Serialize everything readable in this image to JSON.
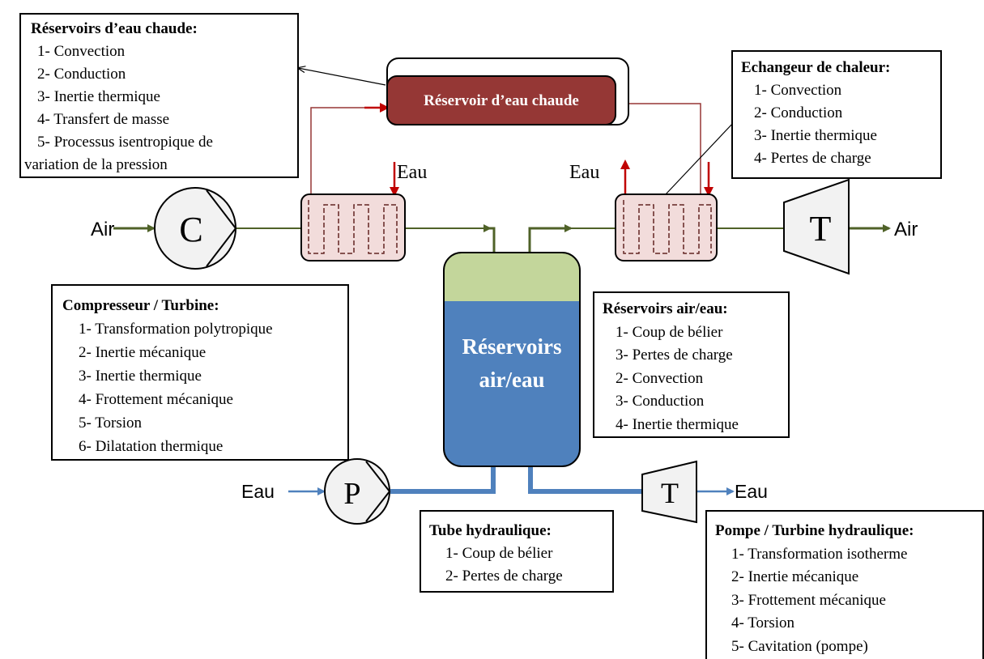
{
  "colors": {
    "air_line": "#4f6228",
    "water_line": "#4f81bd",
    "red_arrow": "#c00000",
    "hot_tank": "#953735",
    "hx_fill": "#f2dcdb",
    "tank_air": "#c3d69b",
    "tank_water": "#4f81bd",
    "machine_fill": "#f2f2f2"
  },
  "labels": {
    "air_in": "Air",
    "air_out": "Air",
    "water_in_hx1": "Eau",
    "water_out_hx2": "Eau",
    "water_pump_in": "Eau",
    "water_turbine_out": "Eau",
    "compressor": "C",
    "turbine_air": "T",
    "pump": "P",
    "turbine_water": "T",
    "hot_tank": "Réservoir d’eau chaude",
    "tank_line1": "Réservoirs",
    "tank_line2": "air/eau"
  },
  "boxes": {
    "hot_water": {
      "title": "Réservoirs d’eau chaude:",
      "items": [
        "1- Convection",
        "2- Conduction",
        "3- Inertie thermique",
        "4- Transfert de masse",
        "5- Processus isentropique de"
      ],
      "extra": "variation de la pression"
    },
    "exchanger": {
      "title": "Echangeur de chaleur:",
      "items": [
        "1- Convection",
        "2- Conduction",
        "3- Inertie thermique",
        "4- Pertes de charge"
      ]
    },
    "compressor_turbine": {
      "title": "Compresseur / Turbine:",
      "items": [
        "1- Transformation polytropique",
        "2- Inertie mécanique",
        "3- Inertie thermique",
        "4- Frottement mécanique",
        "5- Torsion",
        "6- Dilatation thermique"
      ]
    },
    "air_water": {
      "title": "Réservoirs air/eau:",
      "items": [
        "1- Coup de bélier",
        "3- Pertes de charge",
        "2- Convection",
        "3- Conduction",
        "4- Inertie thermique"
      ]
    },
    "hydraulic_tube": {
      "title": "Tube hydraulique:",
      "items": [
        "1- Coup de bélier",
        "2- Pertes de charge"
      ]
    },
    "pump_turbine": {
      "title": "Pompe / Turbine hydraulique:",
      "items": [
        "1- Transformation isotherme",
        "2- Inertie mécanique",
        "3- Frottement mécanique",
        "4- Torsion",
        "5- Cavitation (pompe)"
      ]
    }
  }
}
